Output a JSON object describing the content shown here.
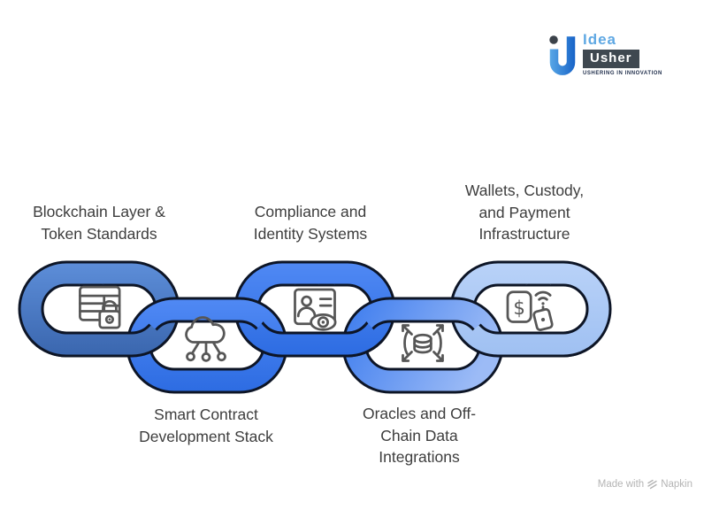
{
  "logo": {
    "idea": "Idea",
    "usher": "Usher",
    "tagline": "USHERING IN INNOVATION",
    "mark_color_from": "#58a7e6",
    "mark_color_to": "#1763c8",
    "dot_color": "#3b424a",
    "usher_bg": "#3f4850"
  },
  "watermark": {
    "prefix": "Made with",
    "brand": "Napkin"
  },
  "diagram": {
    "outline_color": "#0d1526",
    "icon_color": "#565656",
    "label_color": "#3d3d3d",
    "links": [
      {
        "name": "Blockchain Layer & Token Standards",
        "label_lines": [
          "Blockchain Layer &",
          "Token Standards"
        ],
        "row": "top",
        "icon": "table-lock-icon",
        "color_from": "#5d8ed9",
        "color_to": "#3a66ae"
      },
      {
        "name": "Smart Contract Development Stack",
        "label_lines": [
          "Smart Contract",
          "Development Stack"
        ],
        "row": "bottom",
        "icon": "cloud-nodes-icon",
        "color_from": "#5089f4",
        "color_to": "#2d6ce2"
      },
      {
        "name": "Compliance and Identity Systems",
        "label_lines": [
          "Compliance and",
          "Identity Systems"
        ],
        "row": "top",
        "icon": "id-card-eye-icon",
        "color_from": "#5089f4",
        "color_to": "#2d6ce2"
      },
      {
        "name": "Oracles and Off-Chain Data Integrations",
        "label_lines": [
          "Oracles and Off-",
          "Chain Data",
          "Integrations"
        ],
        "row": "bottom",
        "icon": "database-sync-icon",
        "color_from": "#3a7aee",
        "color_to": "#9cbbf6"
      },
      {
        "name": "Wallets, Custody, and Payment Infrastructure",
        "label_lines": [
          "Wallets, Custody,",
          "and Payment",
          "Infrastructure"
        ],
        "row": "top",
        "icon": "wallet-payment-icon",
        "color_from": "#b9d2f8",
        "color_to": "#9fc0f2"
      }
    ]
  }
}
